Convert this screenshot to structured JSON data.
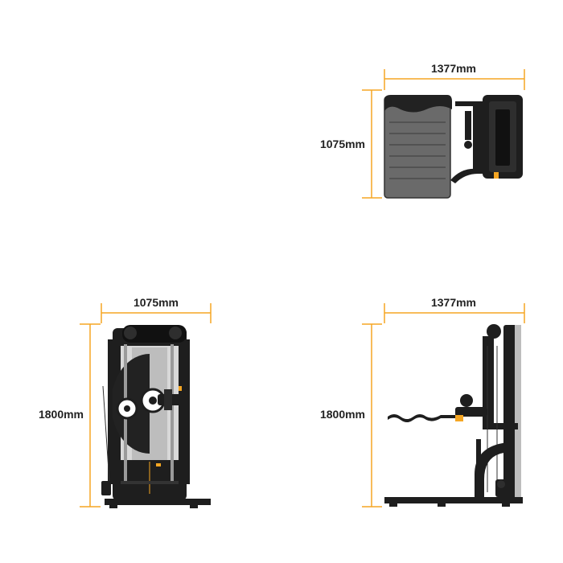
{
  "colors": {
    "dimension_line": "#f5a623",
    "equipment_dark": "#1e1e1e",
    "pad": "#6a6a6a",
    "frame": "#2a2a2a"
  },
  "views": {
    "top": {
      "width_label": "1377mm",
      "depth_label": "1075mm"
    },
    "front": {
      "width_label": "1075mm",
      "height_label": "1800mm"
    },
    "side": {
      "width_label": "1377mm",
      "height_label": "1800mm"
    }
  }
}
